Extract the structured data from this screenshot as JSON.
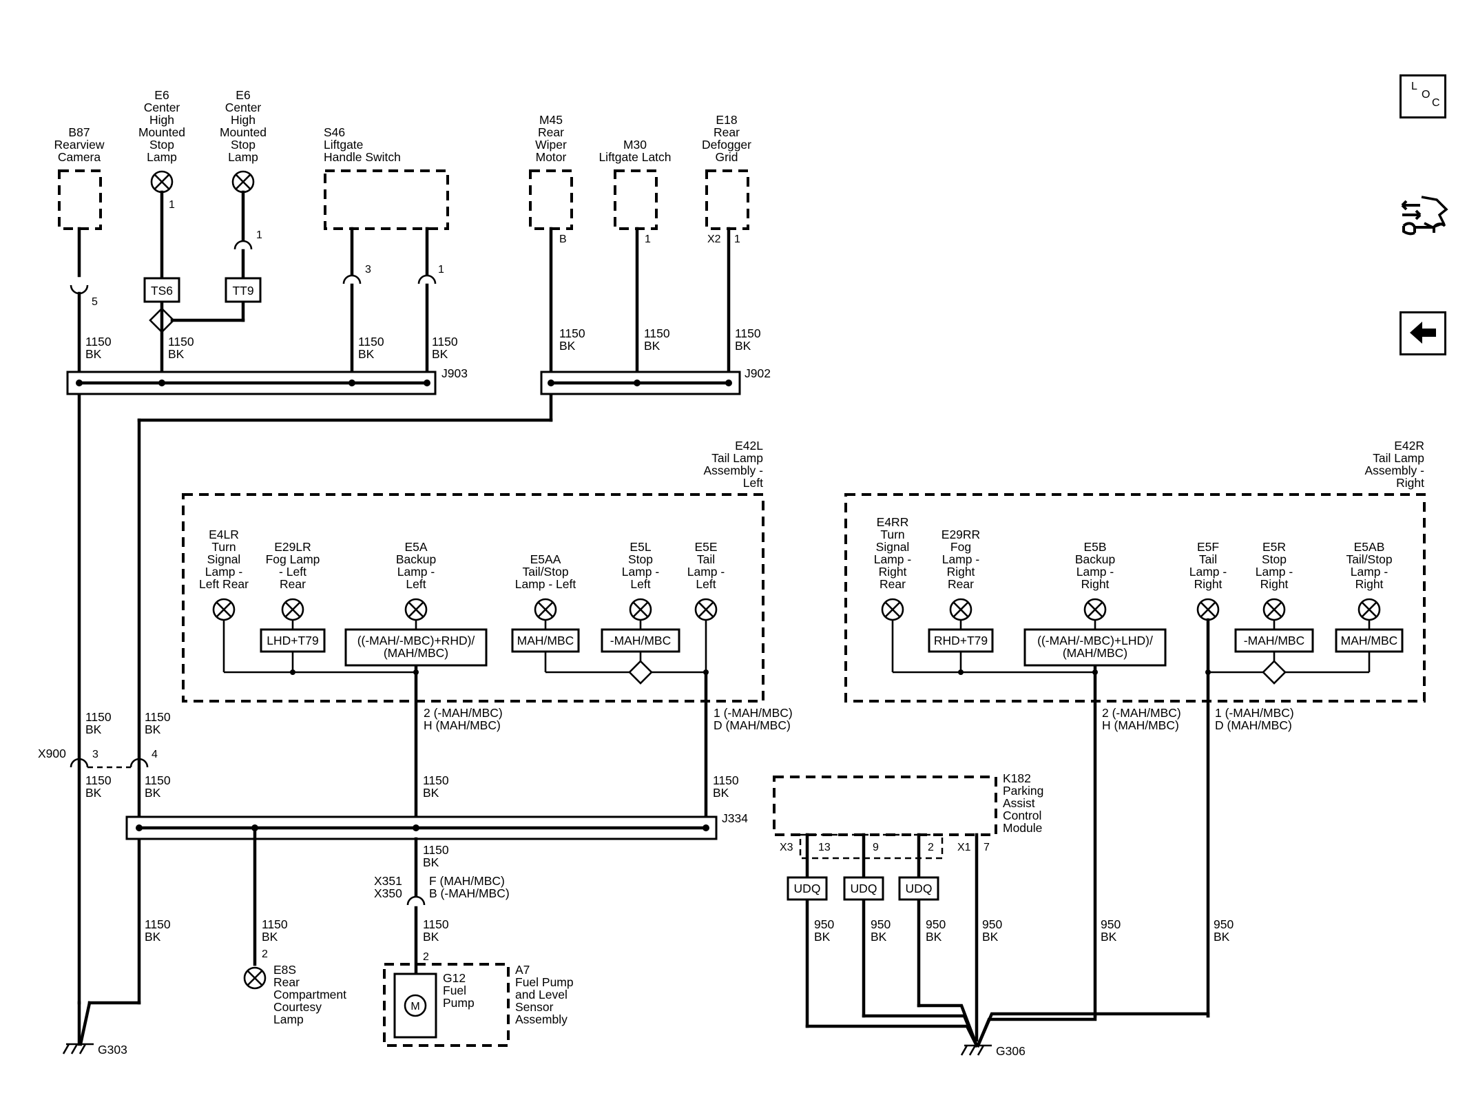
{
  "components": {
    "b87": {
      "lines": [
        "B87",
        "Rearview",
        "Camera"
      ]
    },
    "e6a": {
      "lines": [
        "E6",
        "Center",
        "High",
        "Mounted",
        "Stop",
        "Lamp"
      ],
      "pin": "1"
    },
    "e6b": {
      "lines": [
        "E6",
        "Center",
        "High",
        "Mounted",
        "Stop",
        "Lamp"
      ],
      "pin": "1"
    },
    "s46": {
      "lines": [
        "S46",
        "Liftgate",
        "Handle Switch"
      ],
      "pins": [
        "3",
        "1"
      ]
    },
    "m45": {
      "lines": [
        "M45",
        "Rear",
        "Wiper",
        "Motor"
      ],
      "pin": "B"
    },
    "m30": {
      "lines": [
        "M30",
        "Liftgate Latch"
      ],
      "pin": "1"
    },
    "e18": {
      "lines": [
        "E18",
        "Rear",
        "Defogger",
        "Grid"
      ],
      "pins": [
        "X2",
        "1"
      ]
    },
    "e42l": {
      "lines": [
        "E42L",
        "Tail Lamp",
        "Assembly -",
        "Left"
      ]
    },
    "e42r": {
      "lines": [
        "E42R",
        "Tail Lamp",
        "Assembly -",
        "Right"
      ]
    },
    "k182": {
      "lines": [
        "K182",
        "Parking",
        "Assist",
        "Control",
        "Module"
      ]
    },
    "a7": {
      "lines": [
        "A7",
        "Fuel Pump",
        "and Level",
        "Sensor",
        "Assembly"
      ]
    },
    "g12": {
      "lines": [
        "G12",
        "Fuel",
        "Pump"
      ],
      "symbol": "M"
    },
    "e8s": {
      "lines": [
        "E8S",
        "Rear",
        "Compartment",
        "Courtesy",
        "Lamp"
      ],
      "pin": "2"
    }
  },
  "lamps_left": [
    {
      "lines": [
        "E4LR",
        "Turn",
        "Signal",
        "Lamp -",
        "Left Rear"
      ]
    },
    {
      "lines": [
        "E29LR",
        "Fog Lamp",
        "- Left",
        "Rear"
      ],
      "option": [
        "LHD+T79"
      ]
    },
    {
      "lines": [
        "E5A",
        "Backup",
        "Lamp -",
        "Left"
      ],
      "option": [
        "((-MAH/-MBC)+RHD)/",
        "(MAH/MBC)"
      ]
    },
    {
      "lines": [
        "E5AA",
        "Tail/Stop",
        "Lamp - Left"
      ],
      "option": [
        "MAH/MBC"
      ]
    },
    {
      "lines": [
        "E5L",
        "Stop",
        "Lamp -",
        "Left"
      ],
      "option": [
        "-MAH/MBC"
      ]
    },
    {
      "lines": [
        "E5E",
        "Tail",
        "Lamp -",
        "Left"
      ]
    }
  ],
  "lamps_right": [
    {
      "lines": [
        "E4RR",
        "Turn",
        "Signal",
        "Lamp -",
        "Right",
        "Rear"
      ]
    },
    {
      "lines": [
        "E29RR",
        "Fog",
        "Lamp -",
        "Right",
        "Rear"
      ],
      "option": [
        "RHD+T79"
      ]
    },
    {
      "lines": [
        "E5B",
        "Backup",
        "Lamp -",
        "Right"
      ],
      "option": [
        "((-MAH/-MBC)+LHD)/",
        "(MAH/MBC)"
      ]
    },
    {
      "lines": [
        "E5F",
        "Tail",
        "Lamp -",
        "Right"
      ]
    },
    {
      "lines": [
        "E5R",
        "Stop",
        "Lamp -",
        "Right"
      ],
      "option": [
        "-MAH/MBC"
      ]
    },
    {
      "lines": [
        "E5AB",
        "Tail/Stop",
        "Lamp -",
        "Right"
      ],
      "option": [
        "MAH/MBC"
      ]
    }
  ],
  "options": {
    "ts6": "TS6",
    "tt9": "TT9",
    "udq": "UDQ"
  },
  "splices": {
    "j903": "J903",
    "j902": "J902",
    "j334": "J334"
  },
  "connectors": {
    "x900": {
      "name": "X900",
      "pins": [
        "3",
        "4"
      ]
    },
    "b87_pin": "5",
    "e42_pins": {
      "left_backup": [
        "2 (-MAH/MBC)",
        "H (MAH/MBC)"
      ],
      "left_tail": [
        "1 (-MAH/MBC)",
        "D (MAH/MBC)"
      ],
      "right_backup": [
        "2 (-MAH/MBC)",
        "H (MAH/MBC)"
      ],
      "right_tail": [
        "1 (-MAH/MBC)",
        "D (MAH/MBC)"
      ]
    },
    "x351": "X351",
    "x350": "X350",
    "x351_pins": [
      "F (MAH/MBC)",
      "B (-MAH/MBC)"
    ],
    "a7_pin": "2",
    "k182_x3": "X3",
    "k182_x1": "X1",
    "k182_pins": [
      "13",
      "9",
      "2",
      "7"
    ]
  },
  "wire": {
    "c1150": "1150",
    "c950": "950",
    "color": "BK"
  },
  "grounds": {
    "g303": "G303",
    "g306": "G306"
  },
  "side_buttons": {
    "loc": {
      "letters": [
        "L",
        "O",
        "C"
      ]
    },
    "connector_icon": "connector-tool-icon",
    "back_icon": "arrow-left-icon"
  }
}
